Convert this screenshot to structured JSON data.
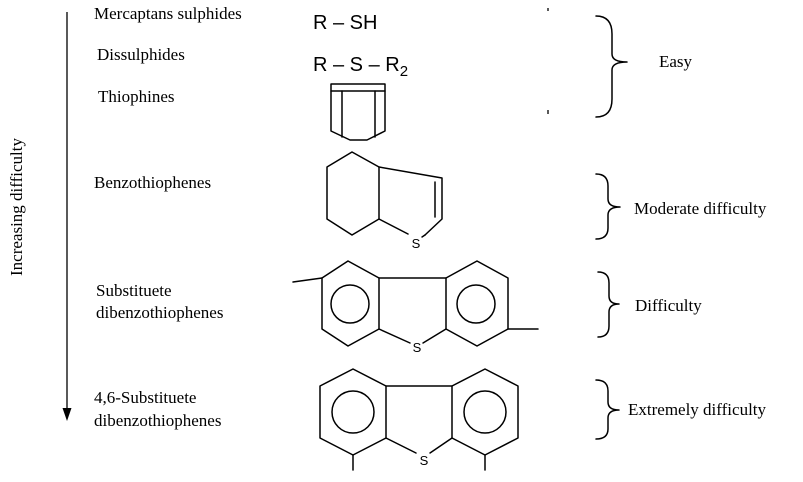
{
  "axis": {
    "label": "Increasing difficulty"
  },
  "compounds": [
    {
      "name": "Mercaptans sulphides",
      "formula": "R – SH"
    },
    {
      "name": "Dissulphides",
      "formula": "R – S – R",
      "formula_subscript": "2"
    },
    {
      "name": "Thiophines"
    },
    {
      "name": "Benzothiophenes",
      "atom": "S"
    },
    {
      "name_line1": "Substituete",
      "name_line2": "dibenzothiophenes",
      "atom": "S"
    },
    {
      "name_line1": "4,6-Substituete",
      "name_line2": "dibenzothiophenes",
      "atom": "S"
    }
  ],
  "groups": [
    {
      "label": "Easy"
    },
    {
      "label": "Moderate difficulty"
    },
    {
      "label": "Difficulty"
    },
    {
      "label": "Extremely difficulty"
    }
  ]
}
